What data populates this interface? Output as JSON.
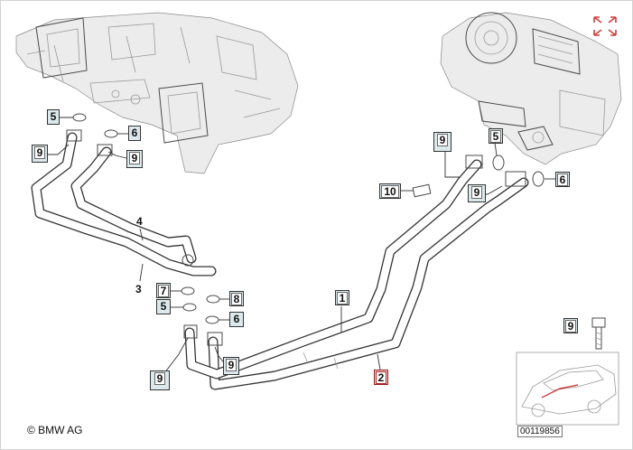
{
  "diagram": {
    "callouts": {
      "c_5a": "5",
      "c_6a": "6",
      "c_9a": "9",
      "c_9b": "9",
      "c_4": "4",
      "c_3": "3",
      "c_7": "7",
      "c_8": "8",
      "c_5b": "5",
      "c_6b": "6",
      "c_9c": "9",
      "c_9d": "9",
      "c_1": "1",
      "c_2": "2",
      "c_9e": "9",
      "c_5c": "5",
      "c_10": "10",
      "c_9f": "9",
      "c_6c": "6",
      "c_9g": "9"
    },
    "copyright": "© BMW AG",
    "image_code": "00119856",
    "highlight_color": "#b12525",
    "label_fill": "#dbe9ec"
  }
}
